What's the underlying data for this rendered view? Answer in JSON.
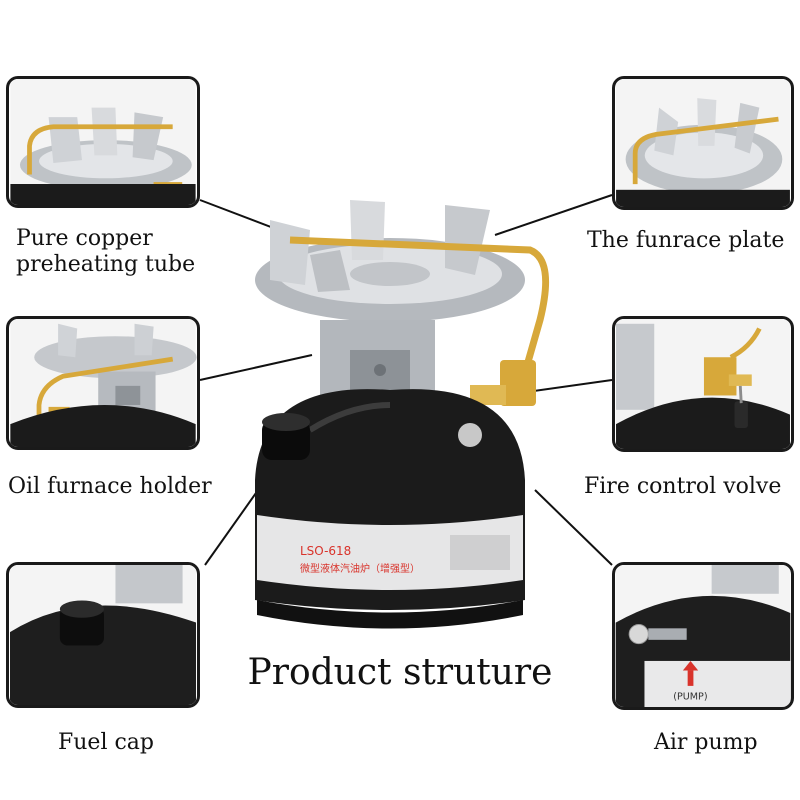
{
  "title": "Product struture",
  "labels": {
    "copper_tube": "Pure copper\npreheating tube",
    "furnace_plate": "The funrace plate",
    "oil_holder": "Oil furnace holder",
    "fire_valve": "Fire control volve",
    "fuel_cap": "Fuel cap",
    "air_pump": "Air pump"
  },
  "product_label": {
    "model": "LSO-618",
    "subtitle": "微型液体汽油炉（增强型）",
    "pump_text": "(PUMP)"
  },
  "colors": {
    "border": "#1a1a1a",
    "tank": "#1b1b1b",
    "steel": "#c9ccd0",
    "brass": "#d7a83a",
    "label_red": "#d9332b"
  }
}
